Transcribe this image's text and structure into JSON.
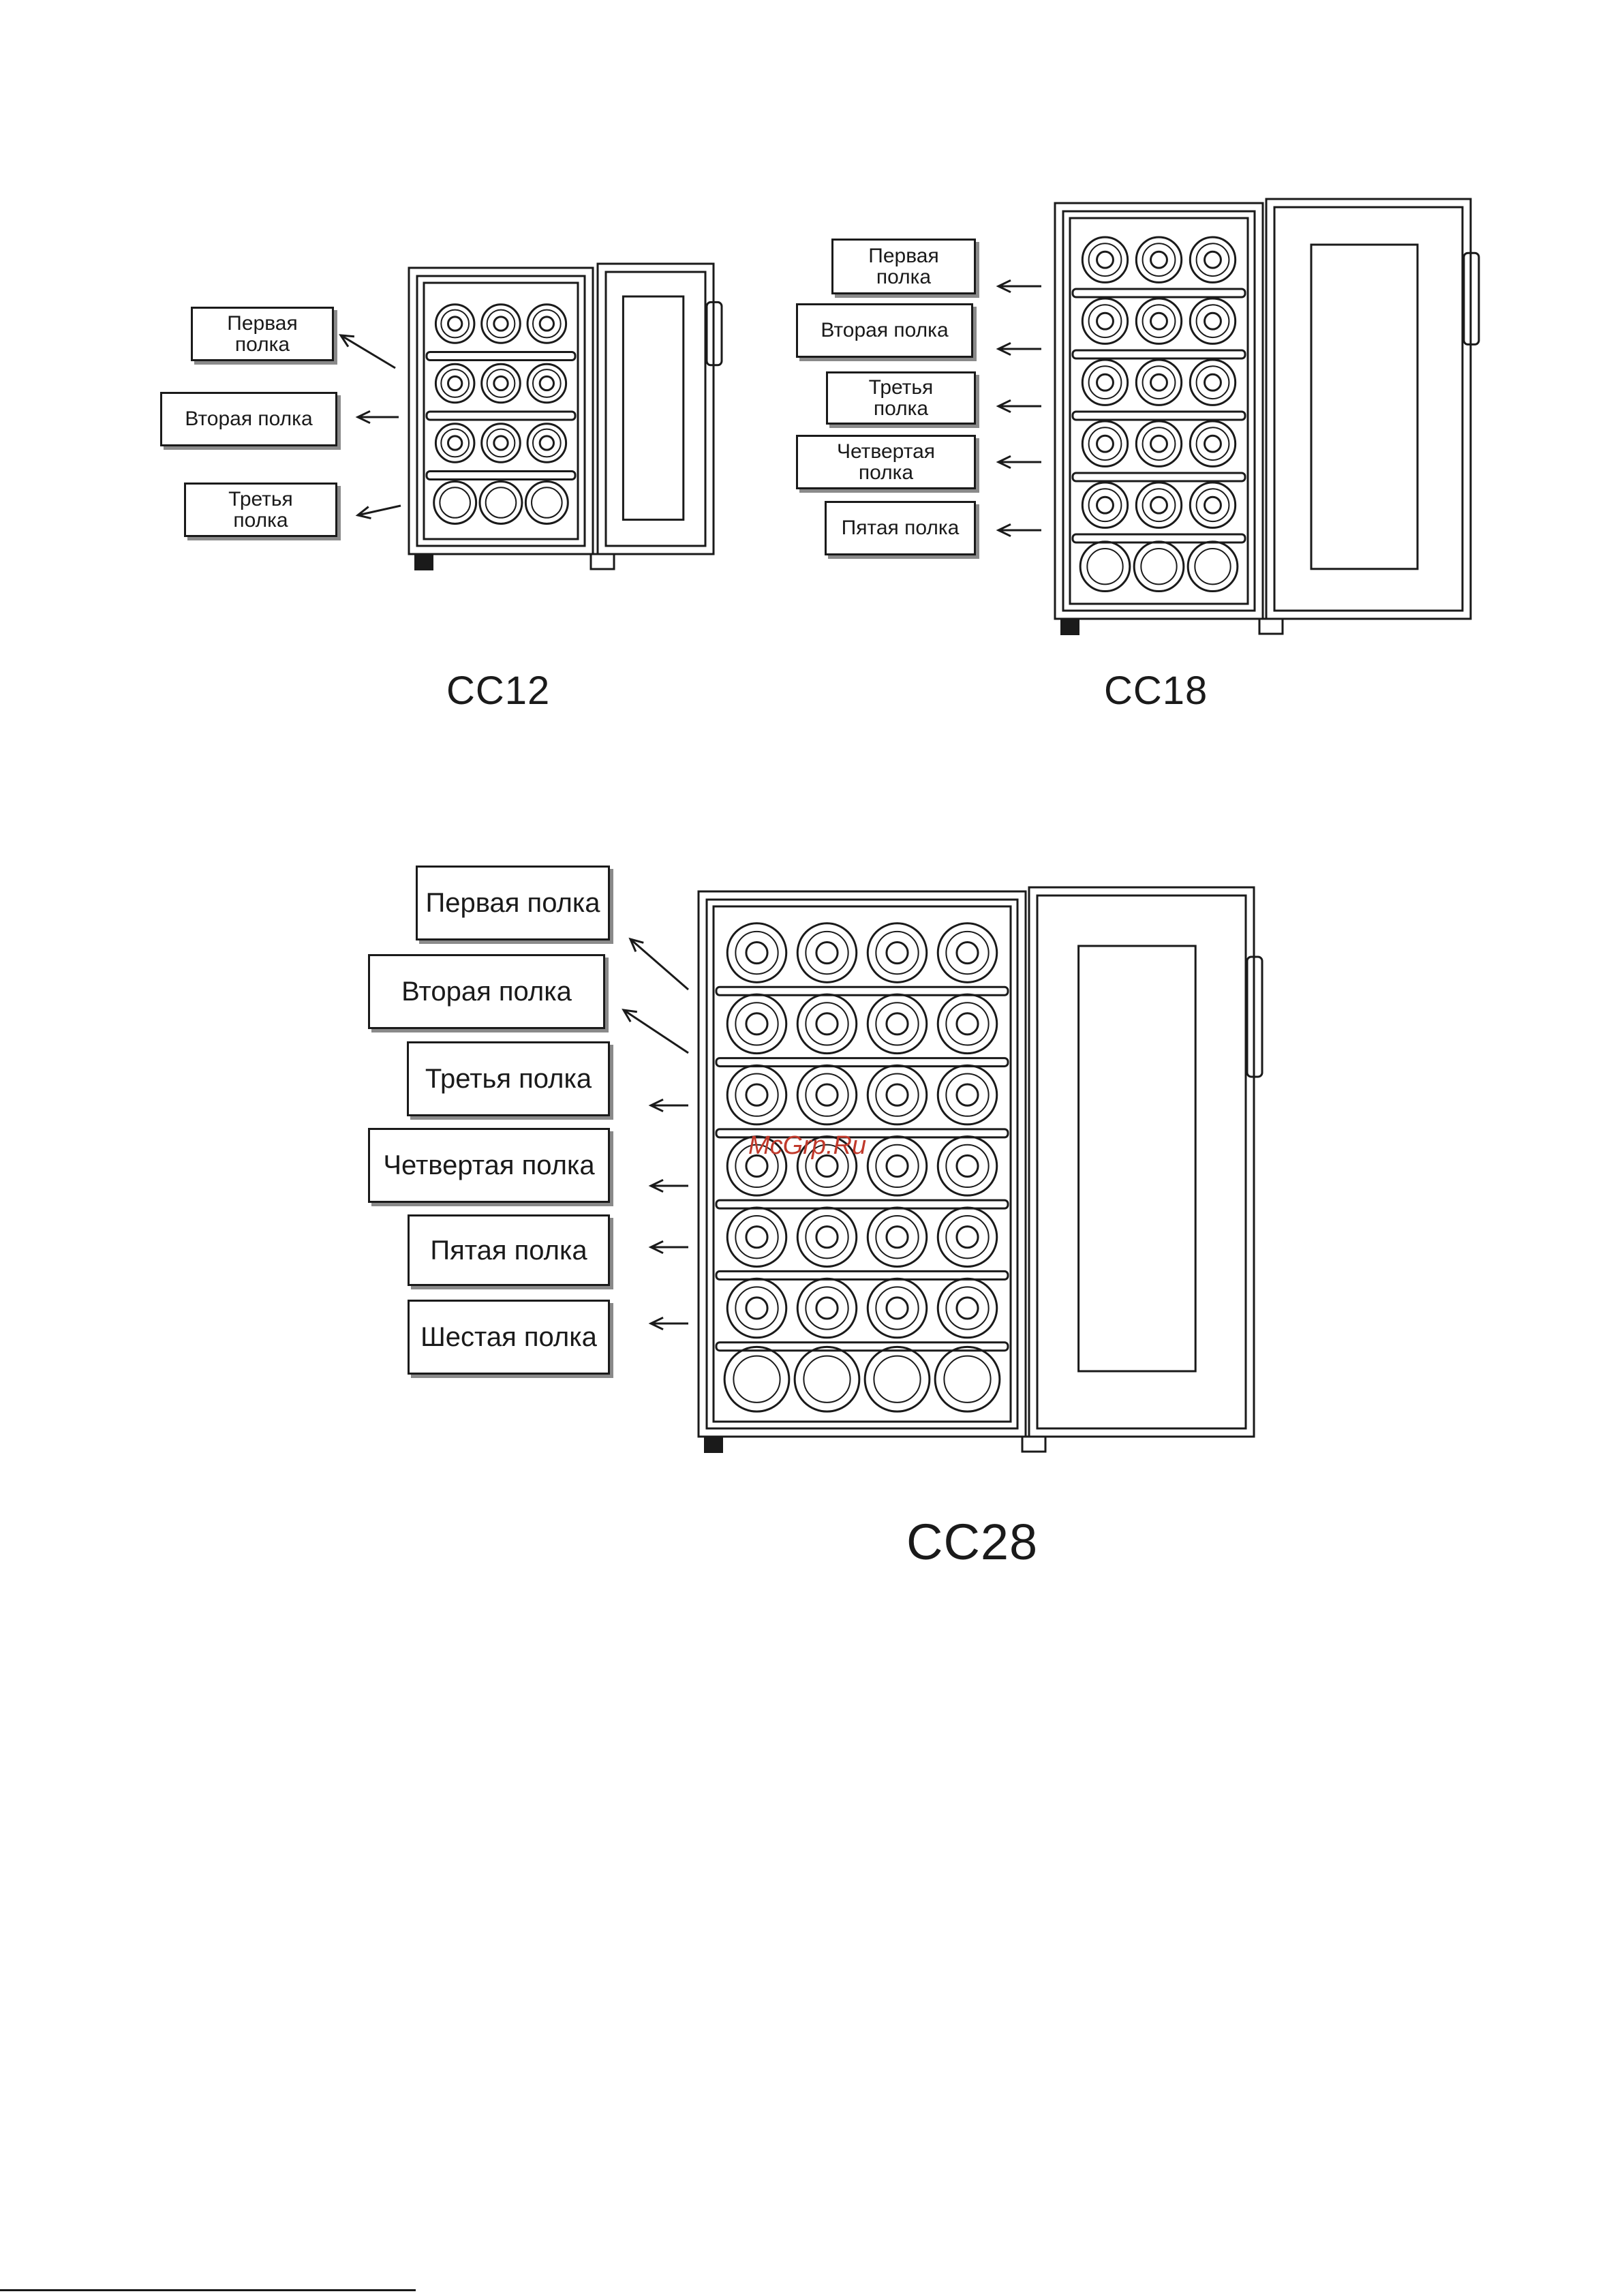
{
  "cc12": {
    "caption": "CC12",
    "labels": [
      "Первая\nполка",
      "Вторая полка",
      "Третья\nполка"
    ]
  },
  "cc18": {
    "caption": "CC18",
    "labels": [
      "Первая\nполка",
      "Вторая полка",
      "Третья\nполка",
      "Четвертая\nполка",
      "Пятая полка"
    ]
  },
  "cc28": {
    "caption": "CC28",
    "labels": [
      "Первая полка",
      "Вторая полка",
      "Третья полка",
      "Четвертая полка",
      "Пятая полка",
      "Шестая полка"
    ]
  },
  "watermark": "McGrp.Ru",
  "colors": {
    "line": "#1a1a1a",
    "shadow": "#8a8a8a",
    "watermark": "#c0392b"
  }
}
